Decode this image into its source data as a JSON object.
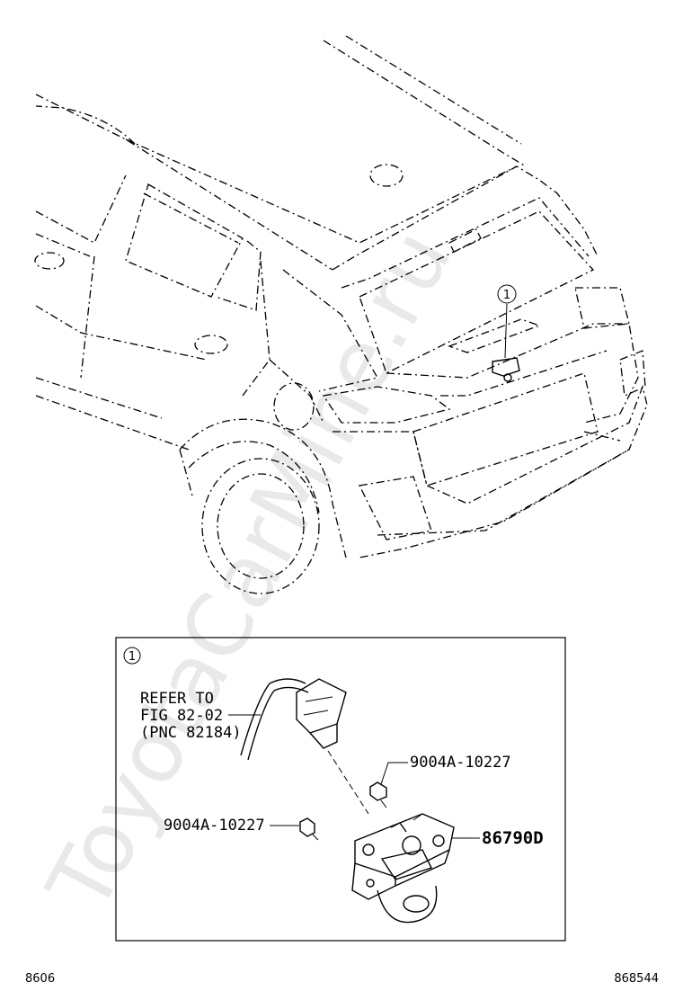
{
  "watermark": "ToyotaCarMine.ru",
  "callout_marker": "1",
  "detail_box": {
    "marker": "1",
    "refer_line1": "REFER TO",
    "refer_line2": "FIG 82-02",
    "refer_line3": "(PNC 82184)",
    "part_screw_upper": "9004A-10227",
    "part_screw_lower": "9004A-10227",
    "part_camera": "86790D"
  },
  "footer": {
    "left_code": "8606",
    "right_code": "868544"
  }
}
